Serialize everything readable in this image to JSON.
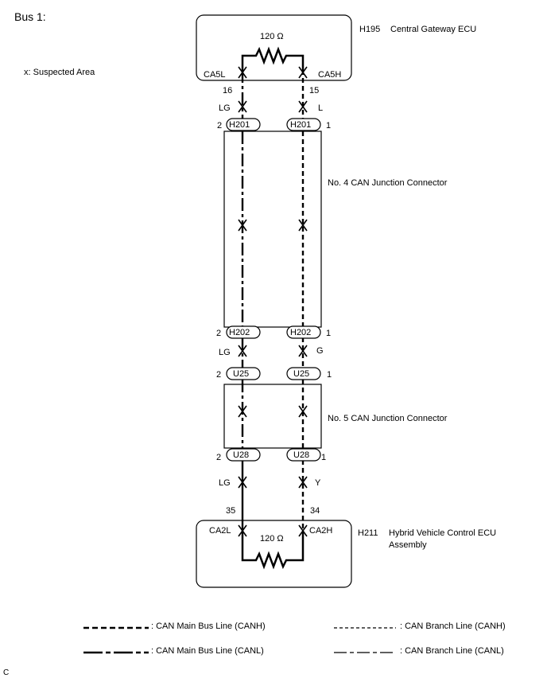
{
  "title": "Bus 1:",
  "suspected_note": "x: Suspected Area",
  "footer_mark": "C",
  "ecu_top": {
    "id": "H195",
    "name": "Central Gateway ECU",
    "resistor": "120 Ω",
    "left_terminal": "CA5L",
    "right_terminal": "CA5H",
    "left_pin": "16",
    "right_pin": "15"
  },
  "wire_colors": {
    "top_left": "LG",
    "top_right": "L",
    "mid_left": "LG",
    "mid_right": "G",
    "bottom_left": "LG",
    "bottom_right": "Y"
  },
  "junction4": {
    "name": "No. 4 CAN Junction Connector",
    "top_connector": "H201",
    "bottom_connector": "H202",
    "top_left_pin": "2",
    "top_right_pin": "1",
    "bottom_left_pin": "2",
    "bottom_right_pin": "1"
  },
  "junction5": {
    "name": "No. 5 CAN Junction Connector",
    "top_connector": "U25",
    "bottom_connector": "U28",
    "top_left_pin": "2",
    "top_right_pin": "1",
    "bottom_left_pin": "2",
    "bottom_right_pin": "1"
  },
  "ecu_bottom": {
    "id": "H211",
    "name_line1": "Hybrid Vehicle Control ECU",
    "name_line2": "Assembly",
    "resistor": "120 Ω",
    "left_terminal": "CA2L",
    "right_terminal": "CA2H",
    "left_pin": "35",
    "right_pin": "34"
  },
  "legend": [
    {
      "key": "main_canh",
      "label": ": CAN Main Bus Line (CANH)"
    },
    {
      "key": "branch_canh",
      "label": ": CAN Branch Line (CANH)"
    },
    {
      "key": "main_canl",
      "label": ": CAN Main Bus Line (CANL)"
    },
    {
      "key": "branch_canl",
      "label": ": CAN Branch Line (CANL)"
    }
  ]
}
